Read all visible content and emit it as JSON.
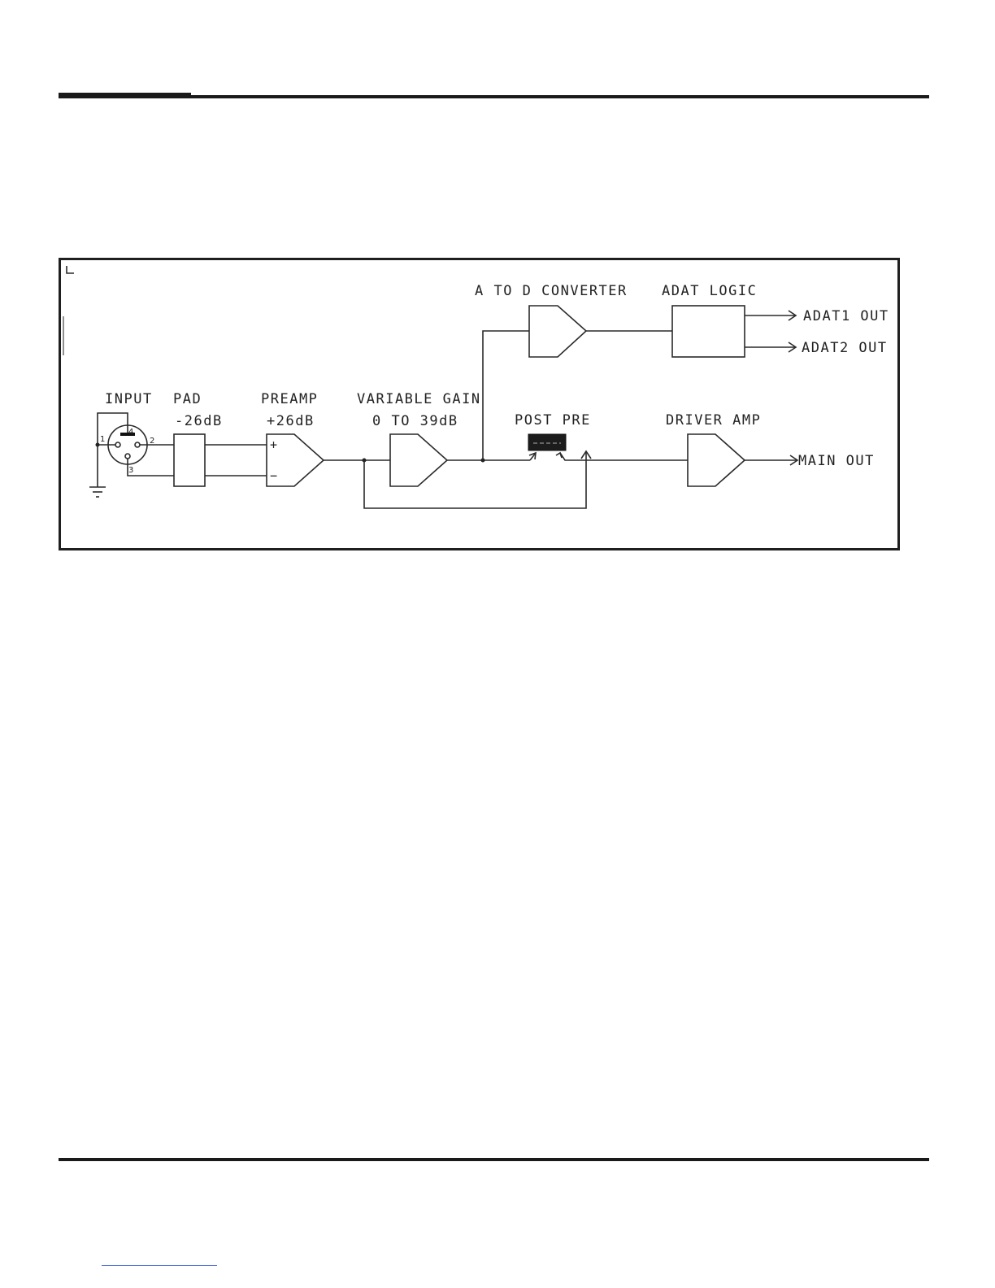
{
  "diagram": {
    "labels": {
      "input": "INPUT",
      "pad": "PAD",
      "pad_gain": "-26dB",
      "preamp": "PREAMP",
      "preamp_gain": "+26dB",
      "variable_gain": "VARIABLE GAIN",
      "variable_gain_range": "0 TO 39dB",
      "post_pre": "POST PRE",
      "driver_amp": "DRIVER AMP",
      "a_to_d": "A TO D CONVERTER",
      "adat_logic": "ADAT LOGIC",
      "adat1_out": "ADAT1 OUT",
      "adat2_out": "ADAT2 OUT",
      "main_out": "MAIN OUT"
    },
    "pins": {
      "p1": "1",
      "p2": "2",
      "p3": "3",
      "p4": "4"
    },
    "preamp_symbols": {
      "plus": "+",
      "minus": "−"
    }
  }
}
